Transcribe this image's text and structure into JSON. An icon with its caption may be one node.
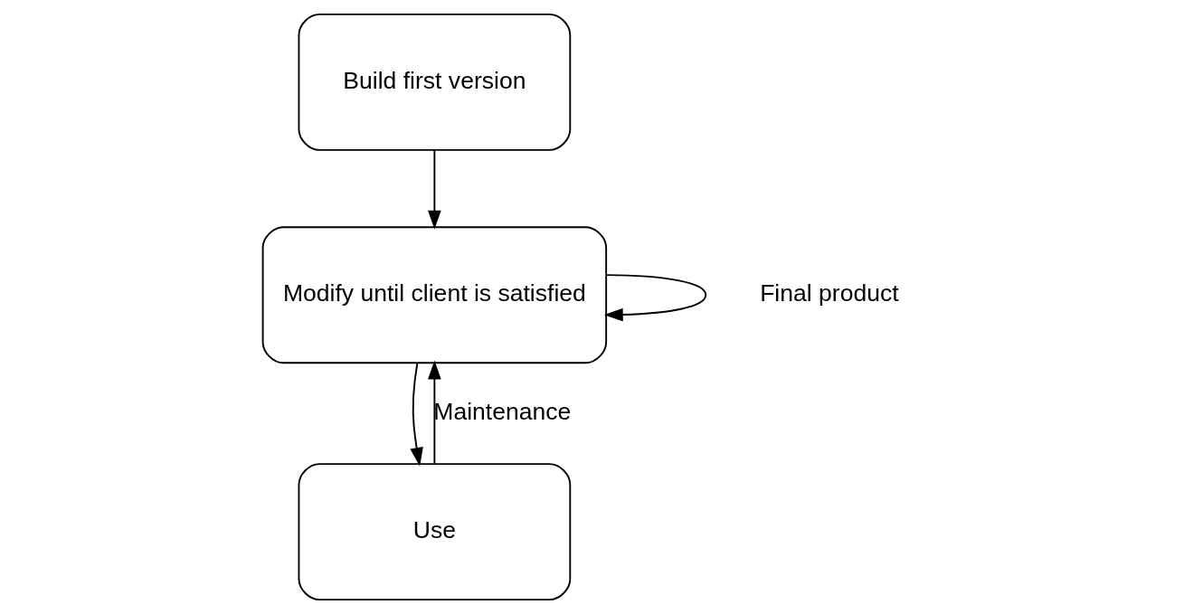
{
  "diagram": {
    "nodes": [
      {
        "text": [
          "Build first version"
        ]
      },
      {
        "text": [
          "Modify until client is satisfied"
        ]
      },
      {
        "text": [
          "Use"
        ]
      }
    ],
    "edges": [
      {
        "from": 0,
        "to": 1,
        "arrow": "to"
      },
      {
        "from": 1,
        "to": 1,
        "arrow": "to"
      },
      {
        "from": 2,
        "to": 1,
        "arrow": "to",
        "label": "Maintenance"
      },
      {
        "from": 1,
        "to": 2,
        "arrow": "to"
      }
    ],
    "labels": [
      "Final product"
    ]
  }
}
